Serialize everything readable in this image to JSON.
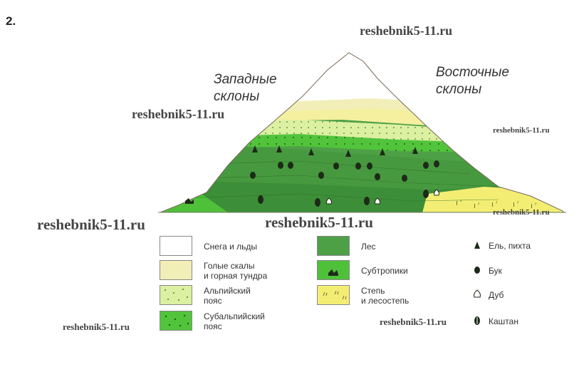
{
  "task_number": "2.",
  "slopes": {
    "west_line1": "Западные",
    "west_line2": "склоны",
    "east_line1": "Восточные",
    "east_line2": "склоны"
  },
  "watermark": "reshebnik5-11.ru",
  "legend": {
    "zones": [
      {
        "name": "snow",
        "line1": "Снега и льды",
        "line2": "",
        "color": "#ffffff"
      },
      {
        "name": "rocks",
        "line1": "Голые скалы",
        "line2": "и горная тундра",
        "color": "#f1eeb8"
      },
      {
        "name": "alpine",
        "line1": "Альпийский",
        "line2": "пояс",
        "color": "#dcf0a2"
      },
      {
        "name": "subalpine",
        "line1": "Субальпийский",
        "line2": "пояс",
        "color": "#52c43c"
      },
      {
        "name": "forest",
        "line1": "Лес",
        "line2": "",
        "color": "#4ea047"
      },
      {
        "name": "subtropics",
        "line1": "Субтропики",
        "line2": "",
        "color": "#4fc03a"
      },
      {
        "name": "steppe",
        "line1": "Степь",
        "line2": "и лесостепь",
        "color": "#f3ee73"
      }
    ],
    "trees": [
      {
        "name": "spruce-fir",
        "label": "Ель, пихта"
      },
      {
        "name": "beech",
        "label": "Бук"
      },
      {
        "name": "oak",
        "label": "Дуб"
      },
      {
        "name": "chestnut",
        "label": "Каштан"
      }
    ]
  }
}
